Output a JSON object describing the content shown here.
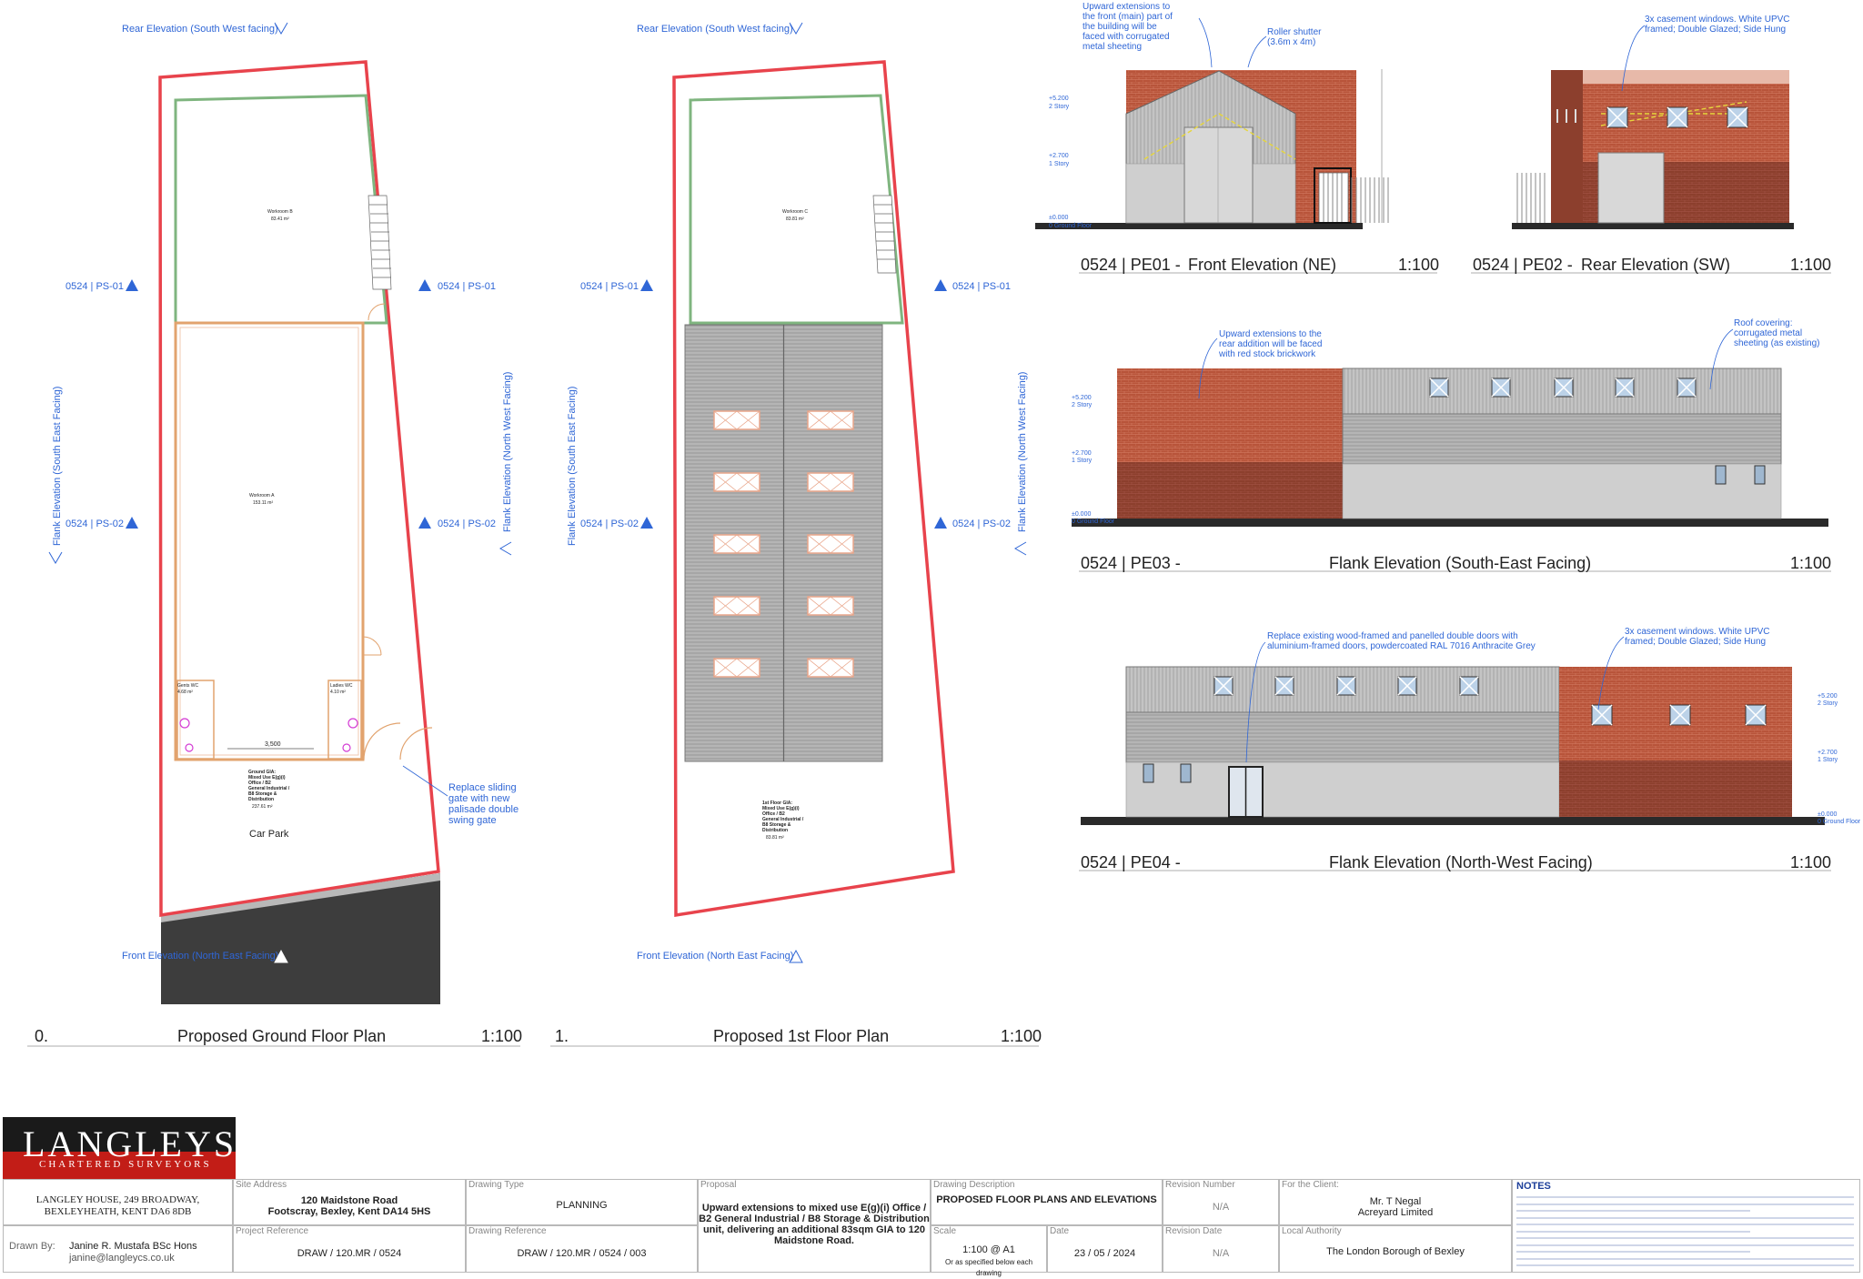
{
  "ground_plan": {
    "rear_label": "Rear Elevation (South West facing)",
    "front_label": "Front Elevation (North East Facing)",
    "flank_se": "Flank Elevation (South East Facing)",
    "flank_nw": "Flank Elevation (North West Facing)",
    "section_01": "0524 | PS-01",
    "section_02": "0524 | PS-02",
    "workroom_b": "Workroom B",
    "workroom_b_area": "83.41 m²",
    "workroom_a": "Workroom A",
    "workroom_a_area": "153.11 m²",
    "gents_wc": "Gents WC",
    "gents_area": "4.68 m²",
    "ladies_wc": "Ladies WC",
    "ladies_area": "4.10 m²",
    "dimension": "3,500",
    "gia_lines": [
      "Ground GIA:",
      "Mixed Use E(g)(i)",
      "Office / B2",
      "General Industrial /",
      "B8 Storage &",
      "Distribution"
    ],
    "gia_area": "237.61 m²",
    "car_park": "Car Park",
    "gate_note": [
      "Replace sliding",
      "gate with new",
      "palisade double",
      "swing gate"
    ],
    "title_num": "0.",
    "title": "Proposed Ground Floor Plan",
    "scale": "1:100"
  },
  "first_plan": {
    "rear_label": "Rear Elevation (South West facing)",
    "front_label": "Front Elevation (North East Facing)",
    "flank_se": "Flank Elevation (South East Facing)",
    "flank_nw": "Flank Elevation (North West Facing)",
    "section_01": "0524 | PS-01",
    "section_02": "0524 | PS-02",
    "workroom_c": "Workroom C",
    "workroom_c_area": "83.81 m²",
    "gia_lines": [
      "1st Floor GIA:",
      "Mixed Use E(g)(i)",
      "Office / B2",
      "General Industrial /",
      "B8 Storage &",
      "Distribution"
    ],
    "gia_area": "83.81 m²",
    "title_num": "1.",
    "title": "Proposed 1st Floor Plan",
    "scale": "1:100"
  },
  "pe01": {
    "note1": [
      "Upward extensions to",
      "the front (main) part of",
      "the building will be",
      "faced with corrugated",
      "metal sheeting"
    ],
    "note2": [
      "Roller shutter",
      "(3.6m x 4m)"
    ],
    "level_top": "+5.200",
    "level_top_sub": "2 Story",
    "level_mid": "+2.700",
    "level_mid_sub": "1 Story",
    "level_gnd": "±0.000",
    "level_gnd_sub": "0 Ground Floor",
    "code": "0524 | PE01 -",
    "title": "Front Elevation (NE)",
    "scale": "1:100"
  },
  "pe02": {
    "note1": [
      "3x casement windows. White UPVC",
      "framed; Double Glazed; Side Hung"
    ],
    "code": "0524 | PE02 -",
    "title": "Rear Elevation (SW)",
    "scale": "1:100"
  },
  "pe03": {
    "note1": [
      "Upward extensions to the",
      "rear addition will be faced",
      "with red stock brickwork"
    ],
    "note2": [
      "Roof covering:",
      "corrugated metal",
      "sheeting (as existing)"
    ],
    "level_top": "+5.200",
    "level_top_sub": "2 Story",
    "level_mid": "+2.700",
    "level_mid_sub": "1 Story",
    "level_gnd": "±0.000",
    "level_gnd_sub": "0 Ground Floor",
    "code": "0524 | PE03 -",
    "title": "Flank Elevation (South-East Facing)",
    "scale": "1:100"
  },
  "pe04": {
    "note1": [
      "Replace existing wood-framed and panelled double doors with",
      "aluminium-framed doors, powdercoated RAL 7016 Anthracite Grey"
    ],
    "note2": [
      "3x casement windows. White UPVC",
      "framed; Double Glazed; Side Hung"
    ],
    "level_top": "+5.200",
    "level_top_sub": "2 Story",
    "level_mid": "+2.700",
    "level_mid_sub": "1 Story",
    "level_gnd": "±0.000",
    "level_gnd_sub": "0 Ground Floor",
    "code": "0524 | PE04 -",
    "title": "Flank Elevation (North-West Facing)",
    "scale": "1:100"
  },
  "titleblock": {
    "logo_word": "LANGLEYS",
    "logo_sub": "CHARTERED SURVEYORS",
    "address_1": "LANGLEY HOUSE, 249 BROADWAY,",
    "address_2": "BEXLEYHEATH, KENT DA6 8DB",
    "drawn_by_label": "Drawn By:",
    "drawn_by": "Janine R. Mustafa BSc Hons",
    "email": "janine@langleycs.co.uk",
    "site_address_label": "Site Address",
    "site_address_1": "120 Maidstone Road",
    "site_address_2": "Footscray, Bexley, Kent DA14 5HS",
    "project_ref_label": "Project Reference",
    "project_ref": "DRAW / 120.MR / 0524",
    "drawing_type_label": "Drawing Type",
    "drawing_type": "PLANNING",
    "drawing_ref_label": "Drawing Reference",
    "drawing_ref": "DRAW / 120.MR / 0524 / 003",
    "proposal_label": "Proposal",
    "proposal": [
      "Upward extensions to mixed use E(g)(i) Office /",
      "B2 General Industrial / B8 Storage & Distribution",
      "unit, delivering an additional 83sqm GIA to 120",
      "Maidstone Road."
    ],
    "description_label": "Drawing Description",
    "description": "PROPOSED FLOOR PLANS AND ELEVATIONS",
    "scale_label": "Scale",
    "scale": "1:100 @ A1",
    "scale_sub": "Or as specified below each drawing",
    "date_label": "Date",
    "date": "23 / 05 / 2024",
    "revision_number_label": "Revision Number",
    "revision_number": "N/A",
    "revision_date_label": "Revision Date",
    "revision_date": "N/A",
    "client_label": "For the Client:",
    "client_1": "Mr. T Negal",
    "client_2": "Acreyard Limited",
    "authority_label": "Local Authority",
    "authority": "The London Borough of Bexley",
    "notes_label": "NOTES"
  },
  "colors": {
    "boundary": "#e8434c",
    "brick": "#b8543a",
    "brick_dark": "#8c3f2d",
    "cladding": "#c9c9c9",
    "cladding_dark": "#a9a9a9",
    "annotation": "#2f66d6",
    "window": "#e9a58a"
  }
}
